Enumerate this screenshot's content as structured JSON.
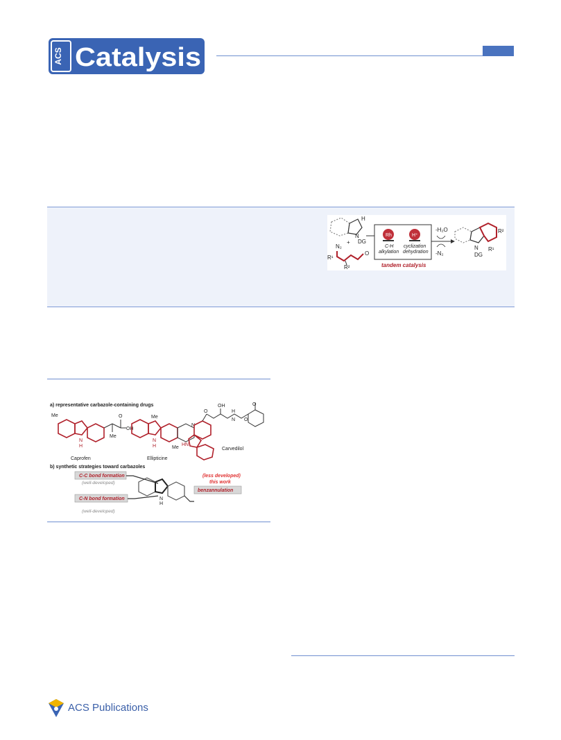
{
  "journal": {
    "logo_acs": "ACS",
    "logo_name": "Catalysis",
    "brand_color": "#3a64b4"
  },
  "toc": {
    "h": "H",
    "n": "N",
    "dg_left": "DG",
    "plus": "+",
    "n2": "N₂",
    "r1_left": "R¹",
    "o": "O",
    "r2_left": "R²",
    "rh": "Rh",
    "hplus": "H⁺",
    "step1_line1": "C-H",
    "step1_line2": "alkylation",
    "step2_line1": "cyclization",
    "step2_line2": "dehydration",
    "tandem": "tandem catalysis",
    "minus_h2o": "-H₂O",
    "minus_n2": "-N₂",
    "n_right": "N",
    "dg_right": "DG",
    "r1_right": "R¹",
    "r2_right": "R²"
  },
  "figure1": {
    "title_a": "a) representative carbazole-containing drugs",
    "drug1": "Caprofen",
    "drug2": "Ellipticine",
    "drug3": "Carvedilol",
    "me_caprofen": "Me",
    "me_caprofen2": "Me",
    "oh_caprofen": "OH",
    "o_caprofen": "O",
    "me_ellip_top": "Me",
    "me_ellip_bottom": "Me",
    "n_ellip": "N",
    "h_caprofen": "H",
    "h_ellip": "H",
    "n_caprofen": "N",
    "n_ellip_core": "N",
    "oh_carv": "OH",
    "h_carv": "H",
    "n_carv": "N",
    "o_carv1": "O",
    "o_carv2": "O",
    "o_carv3": "O",
    "hn_carv": "HN",
    "title_b": "b) synthetic strategies toward carbazoles",
    "cc_bond": "C-C bond formation",
    "cc_note": "(well-developed)",
    "cn_bond": "C-N bond formation",
    "cn_note": "(well-developed)",
    "less_dev": "(less developed)",
    "this_work": "this work",
    "benz": "benzannulation",
    "n_b": "N",
    "h_b": "H"
  },
  "footer": {
    "publisher": "ACS Publications"
  }
}
